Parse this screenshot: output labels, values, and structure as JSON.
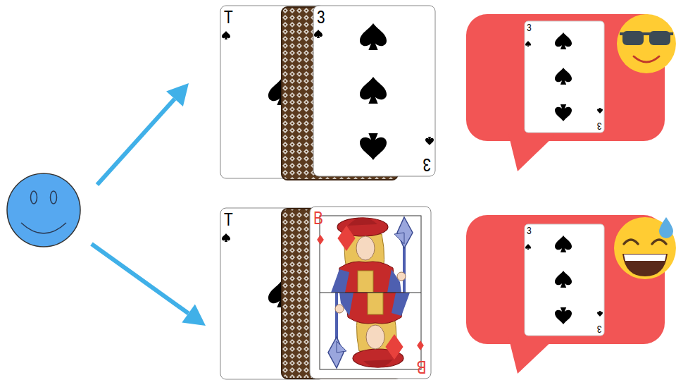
{
  "diagram": {
    "nodes": [
      {
        "text": [
          "T"
        ]
      },
      {
        "text": [
          "3",
          "3"
        ]
      },
      {
        "text": [
          "3",
          "3"
        ]
      },
      {
        "text": [
          "T"
        ]
      },
      {
        "text": [
          "B",
          "B"
        ]
      },
      {
        "text": [
          "3",
          "3"
        ]
      }
    ]
  }
}
